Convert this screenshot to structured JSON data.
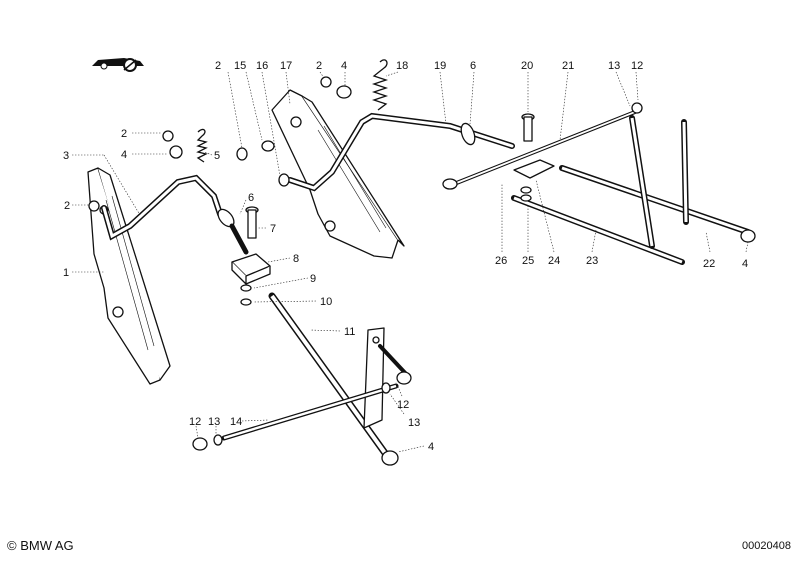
{
  "copyright": "© BMW AG",
  "document_number": "00020408",
  "callouts": [
    "1",
    "2",
    "2",
    "2",
    "2",
    "3",
    "4",
    "4",
    "4",
    "4",
    "5",
    "6",
    "6",
    "7",
    "8",
    "9",
    "10",
    "11",
    "12",
    "12",
    "12",
    "13",
    "13",
    "13",
    "14",
    "15",
    "16",
    "17",
    "18",
    "19",
    "20",
    "21",
    "22",
    "23",
    "24",
    "25",
    "26"
  ]
}
